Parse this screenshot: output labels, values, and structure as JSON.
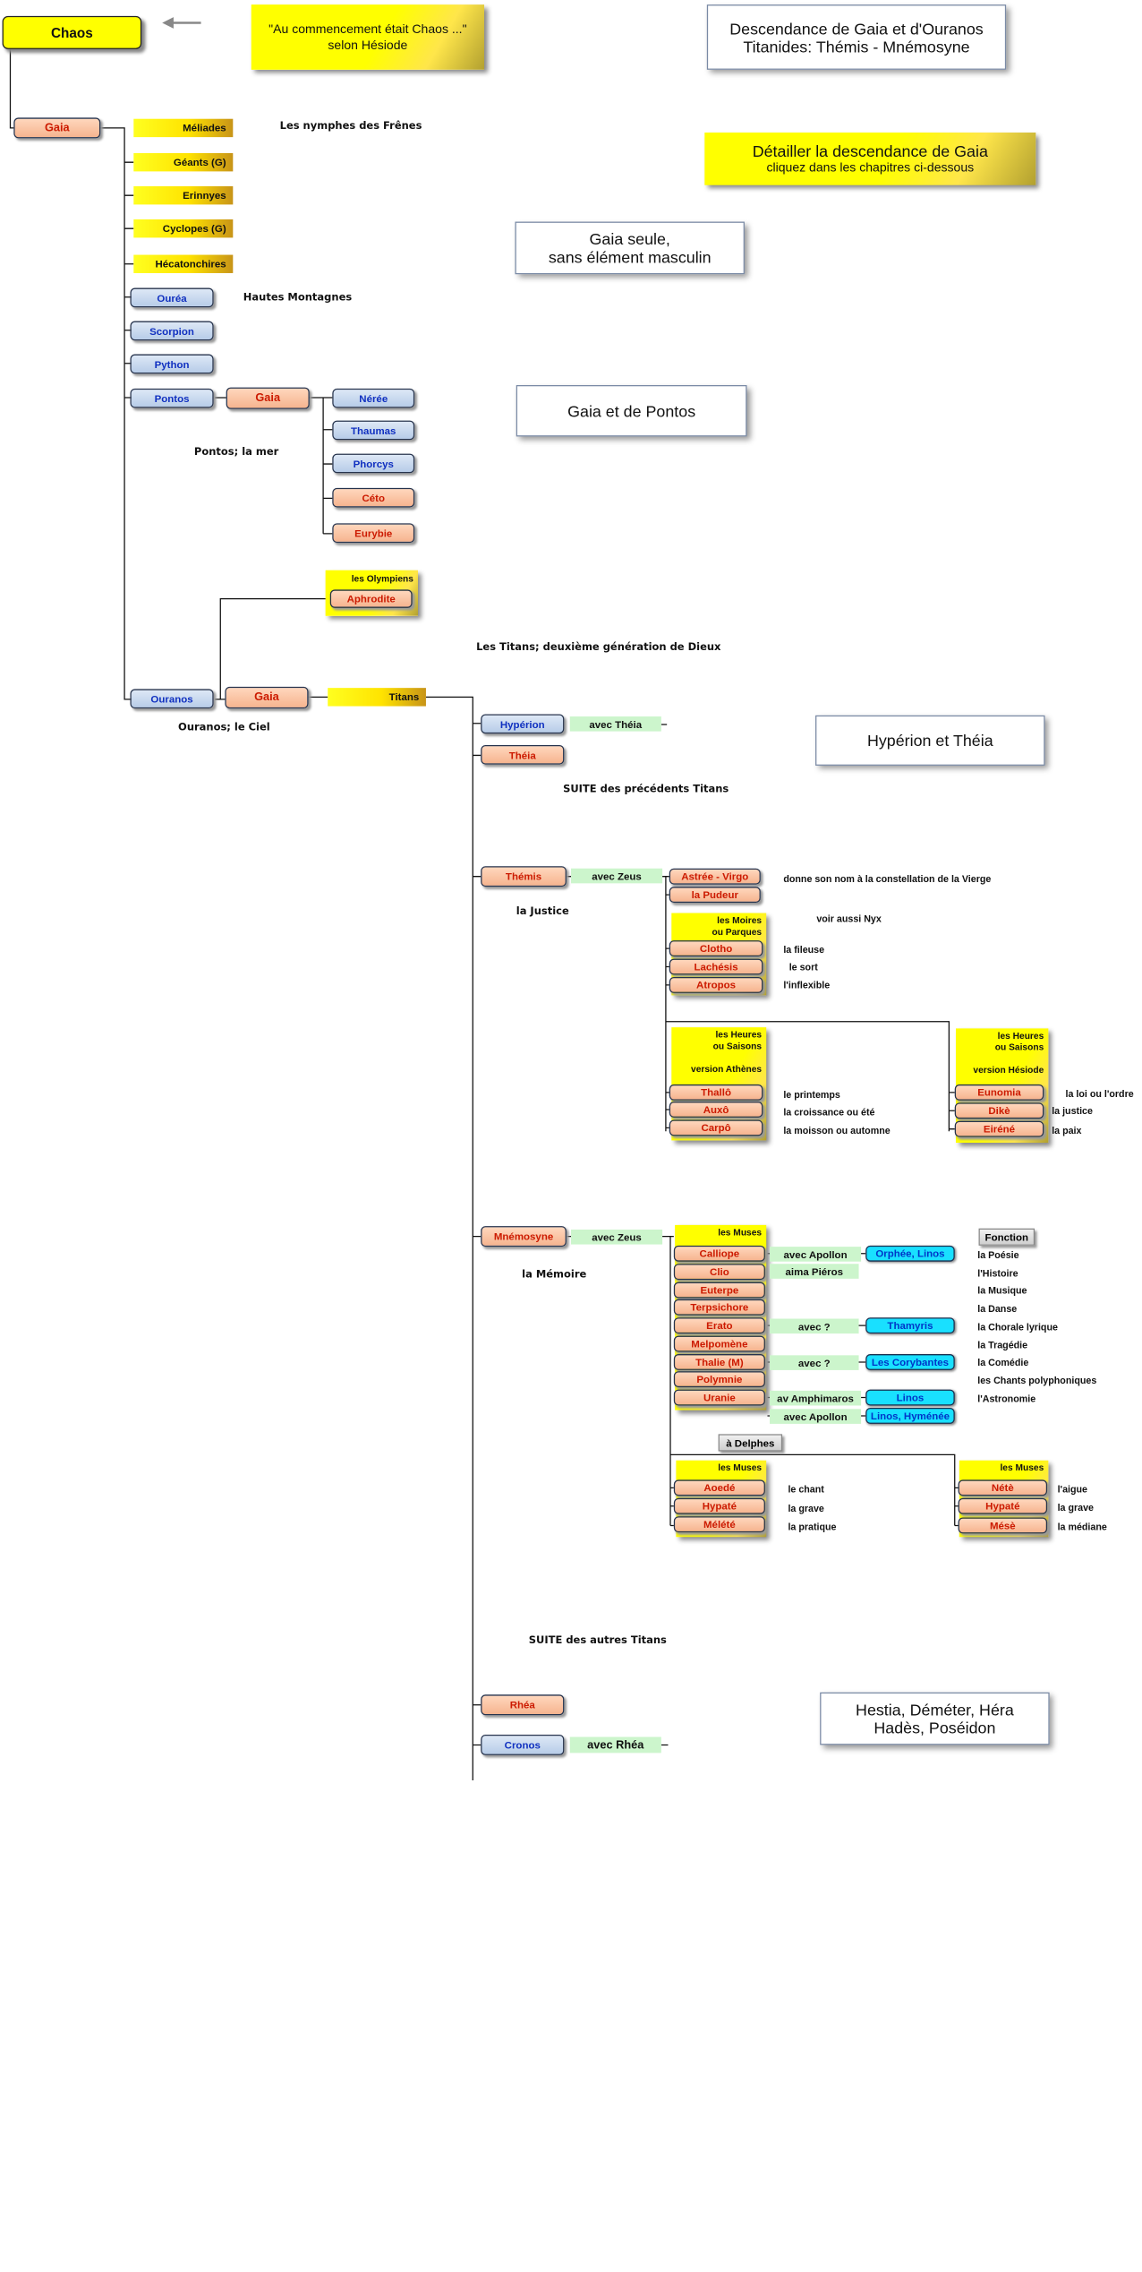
{
  "header": {
    "quote_line1": "\"Au commencement était Chaos ...\"",
    "quote_line2": "selon Hésiode",
    "title_line1": "Descendance de Gaia et d'Ouranos",
    "title_line2": "Titanides: Thémis - Mnémosyne",
    "detail_line1": "Détailler la descendance de Gaia",
    "detail_line2": "cliquez dans les chapitres ci-dessous"
  },
  "links": {
    "gaia_seule_1": "Gaia seule,",
    "gaia_seule_2": "sans élément masculin",
    "gaia_pontos": "Gaia et de Pontos",
    "hyperion_theia": "Hypérion et Théia",
    "hestia_1": "Hestia, Déméter, Héra",
    "hestia_2": "Hadès, Poséidon"
  },
  "nodes": {
    "chaos": "Chaos",
    "gaia": "Gaia",
    "meliades": "Méliades",
    "geants": "Géants (G)",
    "erinnyes": "Erinnyes",
    "cyclopes": "Cyclopes (G)",
    "hecatonchires": "Hécatonchires",
    "ourea": "Ouréa",
    "scorpion": "Scorpion",
    "python": "Python",
    "pontos": "Pontos",
    "gaia2": "Gaia",
    "neree": "Nérée",
    "thaumas": "Thaumas",
    "phorcys": "Phorcys",
    "ceto": "Céto",
    "eurybie": "Eurybie",
    "olympiens": "les Olympiens",
    "aphrodite": "Aphrodite",
    "ouranos": "Ouranos",
    "gaia3": "Gaia",
    "titans": "Titans",
    "hyperion": "Hypérion",
    "avec_theia": "avec Théia",
    "theia": "Théia",
    "themis": "Thémis",
    "avec_zeus1": "avec Zeus",
    "astree": "Astrée - Virgo",
    "pudeur": "la Pudeur",
    "moires_1": "les Moires",
    "moires_2": "ou Parques",
    "clotho": "Clotho",
    "lachesis": "Lachésis",
    "atropos": "Atropos",
    "heures_a1": "les Heures",
    "heures_a2": "ou Saisons",
    "heures_a3": "version Athènes",
    "thallo": "Thallô",
    "auxo": "Auxô",
    "carpo": "Carpô",
    "heures_h1": "les Heures",
    "heures_h2": "ou Saisons",
    "heures_h3": "version Hésiode",
    "eunomia": "Eunomia",
    "dike": "Dikè",
    "eirene": "Eiréné",
    "mnemosyne": "Mnémosyne",
    "avec_zeus2": "avec Zeus",
    "muses_title": "les Muses",
    "calliope": "Calliope",
    "clio": "Clio",
    "euterpe": "Euterpe",
    "terpsichore": "Terpsichore",
    "erato": "Erato",
    "melpomene": "Melpomène",
    "thalie": "Thalie (M)",
    "polymnie": "Polymnie",
    "uranie": "Uranie",
    "avec_apollon1": "avec Apollon",
    "aima_pieros": "aima Piéros",
    "avec_q1": "avec ?",
    "avec_q2": "avec ?",
    "av_amphimaros": "av Amphimaros",
    "avec_apollon2": "avec Apollon",
    "orphee": "Orphée, Linos",
    "thamyris": "Thamyris",
    "corybantes": "Les Corybantes",
    "linos": "Linos",
    "linos_hymenee": "Linos, Hyménée",
    "fonction": "Fonction",
    "a_delphes": "à Delphes",
    "muses_d1": "les Muses",
    "aoede": "Aoedé",
    "hypate1": "Hypaté",
    "melete": "Mélété",
    "muses_d2": "les Muses",
    "nete": "Nétè",
    "hypate2": "Hypaté",
    "mese": "Mésè",
    "rhea": "Rhéa",
    "cronos": "Cronos",
    "avec_rhea": "avec Rhéa"
  },
  "labels": {
    "nymphes": "Les nymphes des Frênes",
    "hautes": "Hautes Montagnes",
    "pontos_mer": "Pontos; la mer",
    "titans_gen": "Les Titans; deuxième génération de Dieux",
    "ouranos_ciel": "Ouranos; le Ciel",
    "suite1": "SUITE des précédents Titans",
    "justice": "la Justice",
    "astree_note": "donne son nom à la constellation de la Vierge",
    "voir_nyx": "voir aussi Nyx",
    "fileuse": "la fileuse",
    "sort": "le sort",
    "inflexible": "l'inflexible",
    "printemps": "le printemps",
    "croissance": "la croissance ou été",
    "moisson": "la moisson ou automne",
    "loi": "la loi ou l'ordre",
    "la_justice": "la justice",
    "paix": "la paix",
    "memoire": "la Mémoire",
    "poesie": "la Poésie",
    "histoire": "l'Histoire",
    "musique": "la Musique",
    "danse": "la Danse",
    "chorale": "la Chorale lyrique",
    "tragedie": "la Tragédie",
    "comedie": "la Comédie",
    "chants": "les Chants polyphoniques",
    "astronomie": "l'Astronomie",
    "chant": "le chant",
    "grave1": "la grave",
    "pratique": "la pratique",
    "aigue": "l'aigue",
    "grave2": "la grave",
    "mediane": "la médiane",
    "suite2": "SUITE des autres Titans"
  }
}
